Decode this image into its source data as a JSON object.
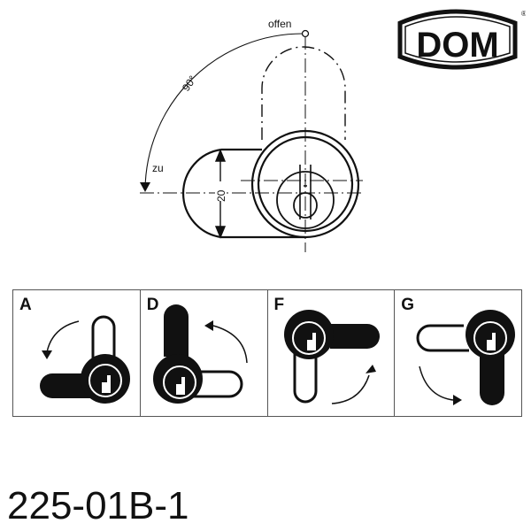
{
  "brand": {
    "logo_text": "DOM",
    "registered_mark": "®"
  },
  "main_drawing": {
    "label_open": "offen",
    "label_closed": "zu",
    "rotation_angle": "90°",
    "dimension": "20"
  },
  "panels": [
    {
      "letter": "A",
      "rotation": "counter-clockwise",
      "cam_from": "up",
      "cam_to": "left"
    },
    {
      "letter": "D",
      "rotation": "counter-clockwise",
      "cam_from": "right",
      "cam_to": "up"
    },
    {
      "letter": "F",
      "rotation": "counter-clockwise",
      "cam_from": "down",
      "cam_to": "right"
    },
    {
      "letter": "G",
      "rotation": "counter-clockwise",
      "cam_from": "left",
      "cam_to": "down"
    }
  ],
  "part_number": "225-01B-1",
  "colors": {
    "ink": "#111111",
    "background": "#ffffff",
    "frame": "#555555"
  }
}
